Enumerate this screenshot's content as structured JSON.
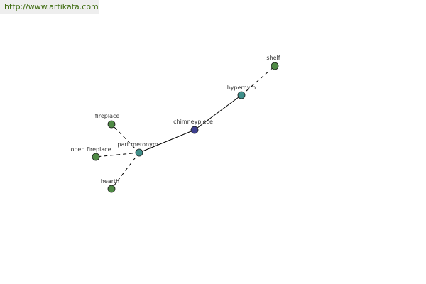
{
  "header": {
    "url": "http://www.artikata.com"
  },
  "colors": {
    "url_text": "#3c6a0d",
    "banner_bg": "#eeeeee",
    "center_node": "#3d3f8f",
    "relation_node": "#3f8f8a",
    "leaf_node": "#4f8a45"
  },
  "graph": {
    "center": {
      "label": "chimneypiece",
      "kind": "center"
    },
    "relations": {
      "hypernym": {
        "label": "hypernym",
        "kind": "relation"
      },
      "part_meronym": {
        "label": "part meronym",
        "kind": "relation"
      }
    },
    "leaves": {
      "shelf": {
        "label": "shelf",
        "kind": "leaf"
      },
      "fireplace": {
        "label": "fireplace",
        "kind": "leaf"
      },
      "open_fireplace": {
        "label": "open fireplace",
        "kind": "leaf"
      },
      "hearth": {
        "label": "hearth",
        "kind": "leaf"
      }
    }
  }
}
